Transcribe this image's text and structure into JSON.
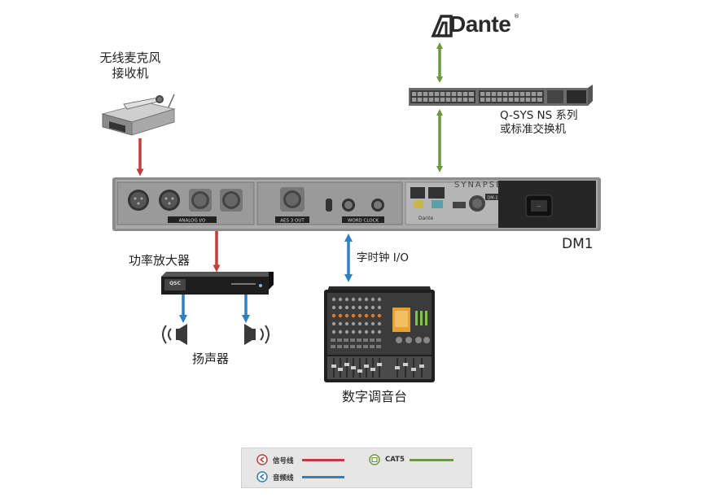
{
  "brand": {
    "dante_logo_text": "Dante"
  },
  "labels": {
    "wireless_mic_line1": "无线麦克风",
    "wireless_mic_line2": "接收机",
    "switch_line1": "Q-SYS NS 系列",
    "switch_line2": "或标准交换机",
    "dm1": "DM1",
    "power_amp": "功率放大器",
    "speakers": "扬声器",
    "word_clock": "字时钟 I/O",
    "digital_console": "数字调音台"
  },
  "device_panel": {
    "brand": "SYNAPSE",
    "model": "DM-1",
    "section_analog": "ANALOG I/O",
    "section_aes": "AES 3 OUT",
    "section_clock": "WORD CLOCK",
    "section_ethernet": "Dante",
    "section_power": "~"
  },
  "legend": {
    "signal": "信号线",
    "audio": "音频线",
    "cat5": "CAT5"
  },
  "colors": {
    "signal": "#c43b3b",
    "audio": "#2f7fc2",
    "cat5": "#6a9a3e"
  }
}
